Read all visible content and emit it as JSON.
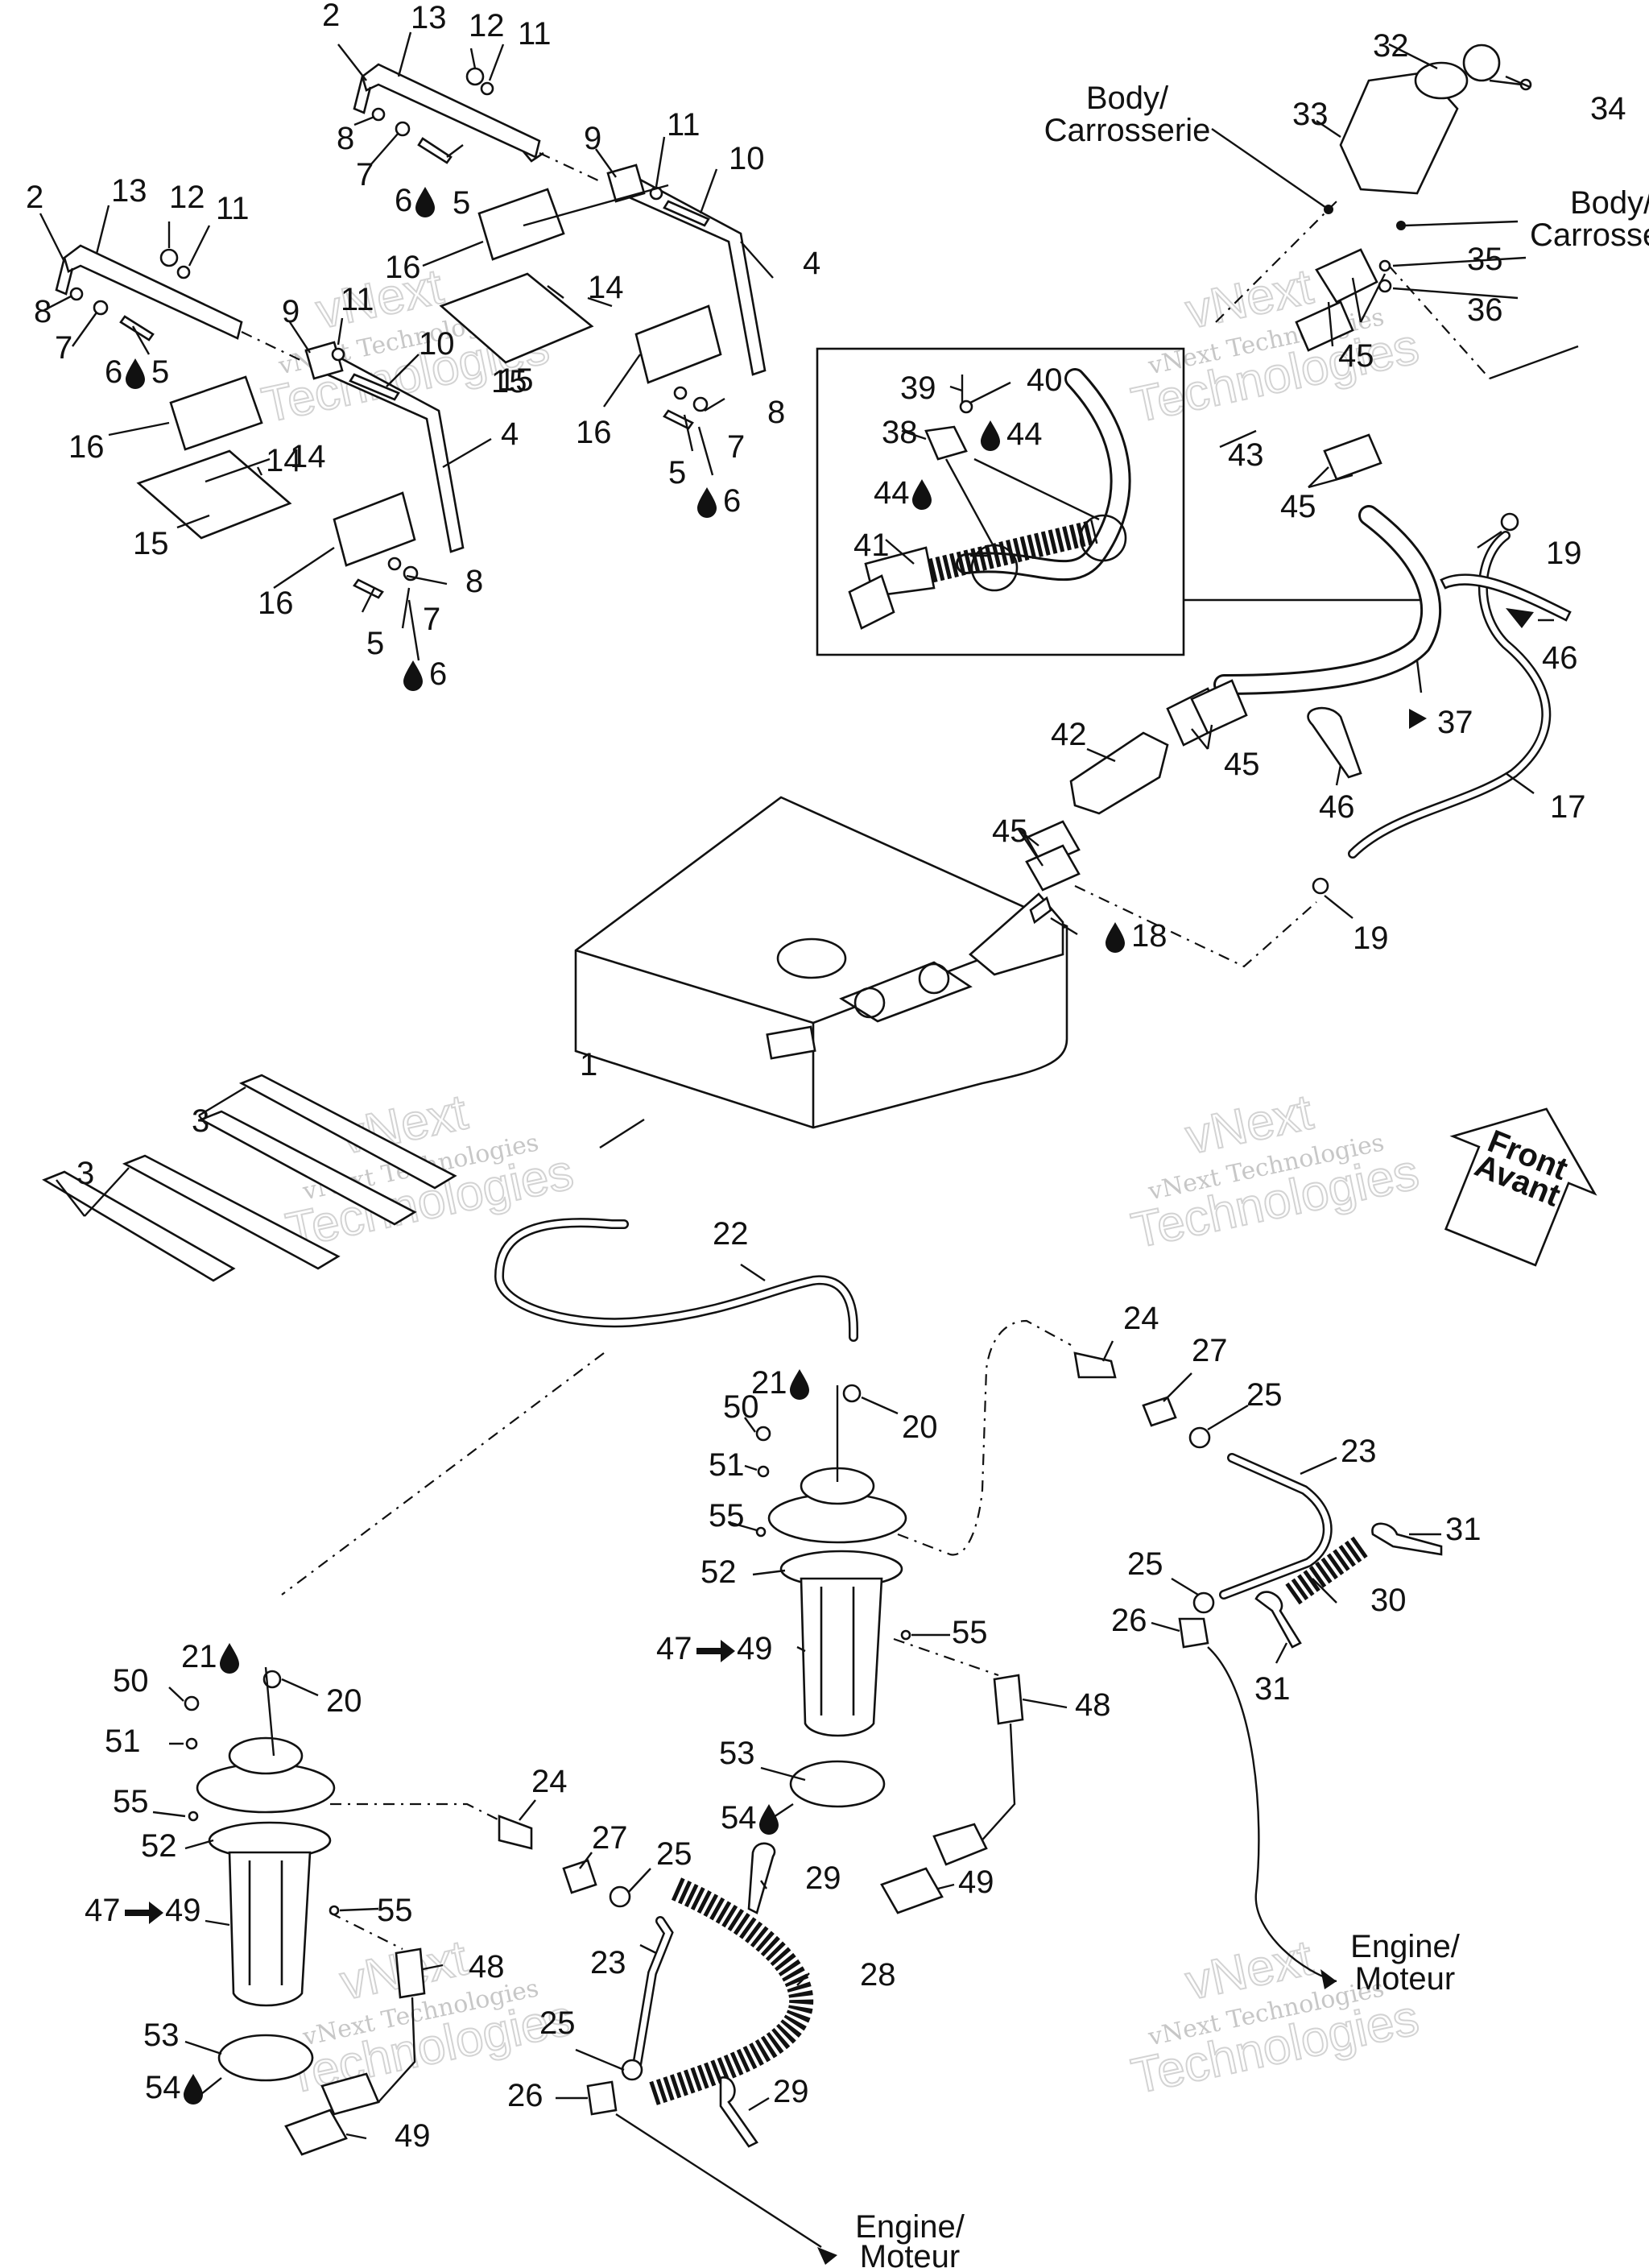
{
  "labels": [
    {
      "id": "l-2a",
      "text": "2",
      "role": "bracket"
    },
    {
      "id": "l-13a",
      "text": "13",
      "role": "bracket"
    },
    {
      "id": "l-12a",
      "text": "12",
      "role": "nut"
    },
    {
      "id": "l-11a",
      "text": "11",
      "role": "washer"
    },
    {
      "id": "l-8a",
      "text": "8",
      "role": "washer"
    },
    {
      "id": "l-7a",
      "text": "7",
      "role": "washer"
    },
    {
      "id": "l-6a",
      "text": "6",
      "role": "bolt"
    },
    {
      "id": "l-5a",
      "text": "5",
      "role": "bolt"
    },
    {
      "id": "l-9a",
      "text": "9",
      "role": "strap-anchor"
    },
    {
      "id": "l-11b",
      "text": "11",
      "role": "washer"
    },
    {
      "id": "l-10a",
      "text": "10",
      "role": "bolt"
    },
    {
      "id": "l-16a",
      "text": "16",
      "role": "plate"
    },
    {
      "id": "l-14a",
      "text": "14",
      "role": "screw"
    },
    {
      "id": "l-15a",
      "text": "15",
      "role": "pad"
    },
    {
      "id": "l-4a",
      "text": "4",
      "role": "strap"
    },
    {
      "id": "l-16b",
      "text": "16",
      "role": "plate"
    },
    {
      "id": "l-8b",
      "text": "8",
      "role": "washer"
    },
    {
      "id": "l-7b",
      "text": "7",
      "role": "washer"
    },
    {
      "id": "l-5b",
      "text": "5",
      "role": "bolt"
    },
    {
      "id": "l-6b",
      "text": "6",
      "role": "bolt"
    },
    {
      "id": "l-2b",
      "text": "2",
      "role": "bracket"
    },
    {
      "id": "l-13b",
      "text": "13",
      "role": "bracket"
    },
    {
      "id": "l-12b",
      "text": "12",
      "role": "nut"
    },
    {
      "id": "l-11c",
      "text": "11",
      "role": "washer"
    },
    {
      "id": "l-8c",
      "text": "8",
      "role": "washer"
    },
    {
      "id": "l-7c",
      "text": "7",
      "role": "washer"
    },
    {
      "id": "l-6c",
      "text": "6",
      "role": "bolt"
    },
    {
      "id": "l-5c",
      "text": "5",
      "role": "bolt"
    },
    {
      "id": "l-9b",
      "text": "9",
      "role": "strap-anchor"
    },
    {
      "id": "l-11d",
      "text": "11",
      "role": "washer"
    },
    {
      "id": "l-10b",
      "text": "10",
      "role": "bolt"
    },
    {
      "id": "l-15b",
      "text": "15",
      "role": "pad"
    },
    {
      "id": "l-4b",
      "text": "4",
      "role": "strap"
    },
    {
      "id": "l-16c",
      "text": "16",
      "role": "plate"
    },
    {
      "id": "l-14b",
      "text": "14",
      "role": "screw"
    },
    {
      "id": "l-15c",
      "text": "15",
      "role": "pad"
    },
    {
      "id": "l-14c",
      "text": "14",
      "role": "screw"
    },
    {
      "id": "l-16d",
      "text": "16",
      "role": "plate"
    },
    {
      "id": "l-8d",
      "text": "8",
      "role": "washer"
    },
    {
      "id": "l-7d",
      "text": "7",
      "role": "washer"
    },
    {
      "id": "l-5d",
      "text": "5",
      "role": "bolt"
    },
    {
      "id": "l-6d",
      "text": "6",
      "role": "bolt"
    },
    {
      "id": "l-32",
      "text": "32",
      "role": "cap"
    },
    {
      "id": "l-34",
      "text": "34",
      "role": "screw"
    },
    {
      "id": "l-33",
      "text": "33",
      "role": "filler-neck"
    },
    {
      "id": "l-35",
      "text": "35",
      "role": "nut"
    },
    {
      "id": "l-36",
      "text": "36",
      "role": "washer"
    },
    {
      "id": "l-45a",
      "text": "45",
      "role": "clamp"
    },
    {
      "id": "l-39",
      "text": "39",
      "role": "screw"
    },
    {
      "id": "l-40",
      "text": "40",
      "role": "washer"
    },
    {
      "id": "l-38",
      "text": "38",
      "role": "clip"
    },
    {
      "id": "l-44a",
      "text": "44",
      "role": "ground-wire"
    },
    {
      "id": "l-44b",
      "text": "44",
      "role": "ground-wire"
    },
    {
      "id": "l-41",
      "text": "41",
      "role": "ground-strap"
    },
    {
      "id": "l-43",
      "text": "43",
      "role": "hose"
    },
    {
      "id": "l-45b",
      "text": "45",
      "role": "clamp"
    },
    {
      "id": "l-19a",
      "text": "19",
      "role": "clamp"
    },
    {
      "id": "l-46a",
      "text": "46",
      "role": "tie"
    },
    {
      "id": "l-37",
      "text": "37",
      "role": "filler-hose"
    },
    {
      "id": "l-42",
      "text": "42",
      "role": "elbow"
    },
    {
      "id": "l-45c",
      "text": "45",
      "role": "clamp"
    },
    {
      "id": "l-46b",
      "text": "46",
      "role": "tie"
    },
    {
      "id": "l-17",
      "text": "17",
      "role": "vent-hose"
    },
    {
      "id": "l-45d",
      "text": "45",
      "role": "clamp"
    },
    {
      "id": "l-18",
      "text": "18",
      "role": "fitting"
    },
    {
      "id": "l-19b",
      "text": "19",
      "role": "clamp"
    },
    {
      "id": "l-1",
      "text": "1",
      "role": "fuel-tank"
    },
    {
      "id": "l-3a",
      "text": "3",
      "role": "pad"
    },
    {
      "id": "l-3b",
      "text": "3",
      "role": "pad"
    },
    {
      "id": "l-22",
      "text": "22",
      "role": "hose"
    },
    {
      "id": "l-24a",
      "text": "24",
      "role": "connector"
    },
    {
      "id": "l-27a",
      "text": "27",
      "role": "clip"
    },
    {
      "id": "l-25a",
      "text": "25",
      "role": "clamp"
    },
    {
      "id": "l-21a",
      "text": "21",
      "role": "fitting"
    },
    {
      "id": "l-20a",
      "text": "20",
      "role": "clamp"
    },
    {
      "id": "l-50a",
      "text": "50",
      "role": "nut"
    },
    {
      "id": "l-51a",
      "text": "51",
      "role": "washer"
    },
    {
      "id": "l-23a",
      "text": "23",
      "role": "fuel-line"
    },
    {
      "id": "l-55a",
      "text": "55",
      "role": "screw"
    },
    {
      "id": "l-31a",
      "text": "31",
      "role": "tie"
    },
    {
      "id": "l-52a",
      "text": "52",
      "role": "gasket"
    },
    {
      "id": "l-25b",
      "text": "25",
      "role": "clamp"
    },
    {
      "id": "l-30",
      "text": "30",
      "role": "protector"
    },
    {
      "id": "l-26a",
      "text": "26",
      "role": "connector"
    },
    {
      "id": "l-55b",
      "text": "55",
      "role": "screw"
    },
    {
      "id": "l-31b",
      "text": "31",
      "role": "tie"
    },
    {
      "id": "l-21b",
      "text": "21",
      "role": "fitting"
    },
    {
      "id": "l-20b",
      "text": "20",
      "role": "clamp"
    },
    {
      "id": "l-48a",
      "text": "48",
      "role": "sensor"
    },
    {
      "id": "l-50b",
      "text": "50",
      "role": "nut"
    },
    {
      "id": "l-53a",
      "text": "53",
      "role": "ring"
    },
    {
      "id": "l-51b",
      "text": "51",
      "role": "washer"
    },
    {
      "id": "l-54a",
      "text": "54",
      "role": "ring"
    },
    {
      "id": "l-49a",
      "text": "49",
      "role": "float"
    },
    {
      "id": "l-24b",
      "text": "24",
      "role": "connector"
    },
    {
      "id": "l-27b",
      "text": "27",
      "role": "clip"
    },
    {
      "id": "l-55c",
      "text": "55",
      "role": "screw"
    },
    {
      "id": "l-25c",
      "text": "25",
      "role": "clamp"
    },
    {
      "id": "l-29a",
      "text": "29",
      "role": "tie"
    },
    {
      "id": "l-52b",
      "text": "52",
      "role": "gasket"
    },
    {
      "id": "l-55d",
      "text": "55",
      "role": "screw"
    },
    {
      "id": "l-28",
      "text": "28",
      "role": "protector"
    },
    {
      "id": "l-48b",
      "text": "48",
      "role": "sensor"
    },
    {
      "id": "l-23b",
      "text": "23",
      "role": "fuel-line"
    },
    {
      "id": "l-53b",
      "text": "53",
      "role": "ring"
    },
    {
      "id": "l-25d",
      "text": "25",
      "role": "clamp"
    },
    {
      "id": "l-29b",
      "text": "29",
      "role": "tie"
    },
    {
      "id": "l-54b",
      "text": "54",
      "role": "ring"
    },
    {
      "id": "l-26b",
      "text": "26",
      "role": "connector"
    },
    {
      "id": "l-49b",
      "text": "49",
      "role": "float"
    }
  ],
  "ranges": [
    {
      "id": "r-1",
      "from": "47",
      "to": "49"
    },
    {
      "id": "r-2",
      "from": "47",
      "to": "49"
    }
  ],
  "callouts": {
    "body_1_line1": "Body/",
    "body_1_line2": "Carrosserie",
    "body_2_line1": "Body/",
    "body_2_line2": "Carrosserie",
    "engine_1_line1": "Engine/",
    "engine_1_line2": "Moteur",
    "engine_2_line1": "Engine/",
    "engine_2_line2": "Moteur",
    "front_line1": "Front",
    "front_line2": "Avant"
  },
  "watermark": {
    "line1": "vNext Technologies",
    "line2": "Technologies",
    "line3": "vNext"
  },
  "icons": {
    "drop": "fluid-drop-icon",
    "arrow": "right-arrow-icon",
    "front": "front-direction-arrow-icon"
  },
  "colors": {
    "ink": "#111111",
    "paper": "#ffffff",
    "watermark": "#9a9a9a"
  }
}
